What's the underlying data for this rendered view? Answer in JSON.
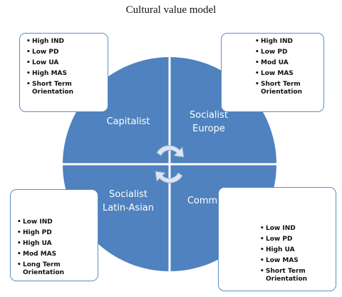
{
  "title": "Cultural value model",
  "colors": {
    "quadrant_fill": "#4f82be",
    "divider": "#ffffff",
    "box_border": "#5b8fc9",
    "arrow_fill": "#dce6f2",
    "arrow_stroke": "#8ea9cf"
  },
  "quadrants": {
    "top_left": "Capitalist",
    "top_right": [
      "Socialist",
      "Europe"
    ],
    "bottom_left": [
      "Socialist",
      "Latin-Asian"
    ],
    "bottom_right": "Communist"
  },
  "boxes": {
    "top_left": [
      "High IND",
      "Low PD",
      "Low UA",
      "High MAS",
      "Short Term",
      "Orientation"
    ],
    "top_right": [
      "High IND",
      "Low PD",
      "Mod UA",
      "Low MAS",
      "Short Term",
      "Orientation"
    ],
    "bottom_left": [
      "Low IND",
      "High PD",
      "High UA",
      "Mod MAS",
      "Long Term",
      "Orientation"
    ],
    "bottom_right": [
      "Low IND",
      "Low PD",
      "High UA",
      "Low MAS",
      "Short Term",
      "Orientation"
    ]
  },
  "icons": {
    "center": "cycle-arrows-icon"
  }
}
